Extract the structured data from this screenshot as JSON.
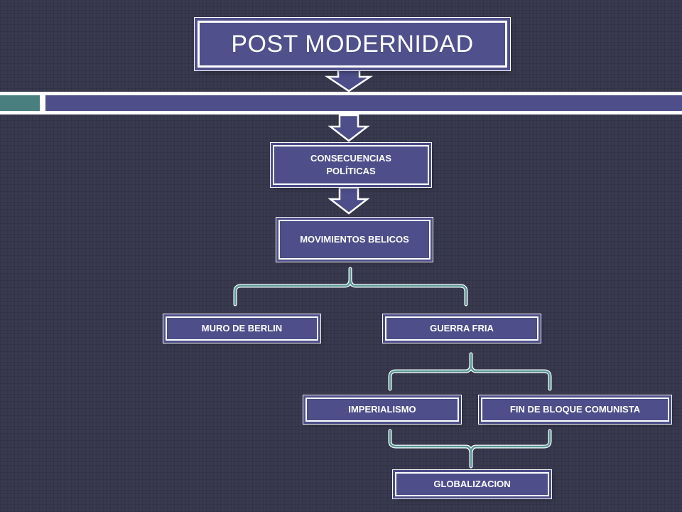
{
  "title": "POST MODERNIDAD",
  "nodes": {
    "consecuencias": "CONSECUENCIAS POLÍTICAS",
    "movimientos": "MOVIMIENTOS BELICOS",
    "muro": "MURO DE BERLIN",
    "guerra": "GUERRA FRIA",
    "imperialismo": "IMPERIALISMO",
    "fin_bloque": "FIN DE BLOQUE COMUNISTA",
    "globalizacion": "GLOBALIZACION"
  },
  "colors": {
    "background": "#393a4f",
    "box": "#4d4e8a",
    "bracket": "#5a9a9a",
    "accent_teal": "#4a7f80"
  },
  "icons": [
    "down-arrow-icon",
    "bracket-connector"
  ]
}
